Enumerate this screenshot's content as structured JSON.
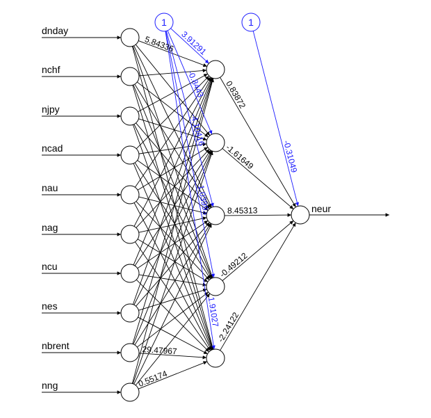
{
  "diagram": {
    "inputs": [
      "dnday",
      "nchf",
      "njpy",
      "ncad",
      "nau",
      "nag",
      "ncu",
      "nes",
      "nbrent",
      "nng"
    ],
    "output_label": "neur",
    "bias_symbol": "1",
    "input_hidden_weights_visible": [
      "5.84336",
      "0.55174",
      "29.47967"
    ],
    "hidden_output_weights": [
      "0.83872",
      "-1.61649",
      "8.45313",
      "-0.49212",
      "-2.24122"
    ],
    "bias_hidden_weights": [
      "3.91291",
      "-0.8443",
      "-4.10416",
      "1.03993",
      "1.91027"
    ],
    "bias_output_weight": "-0.31049",
    "colors": {
      "main": "#000000",
      "bias": "#1a1aff",
      "background": "#ffffff"
    }
  }
}
